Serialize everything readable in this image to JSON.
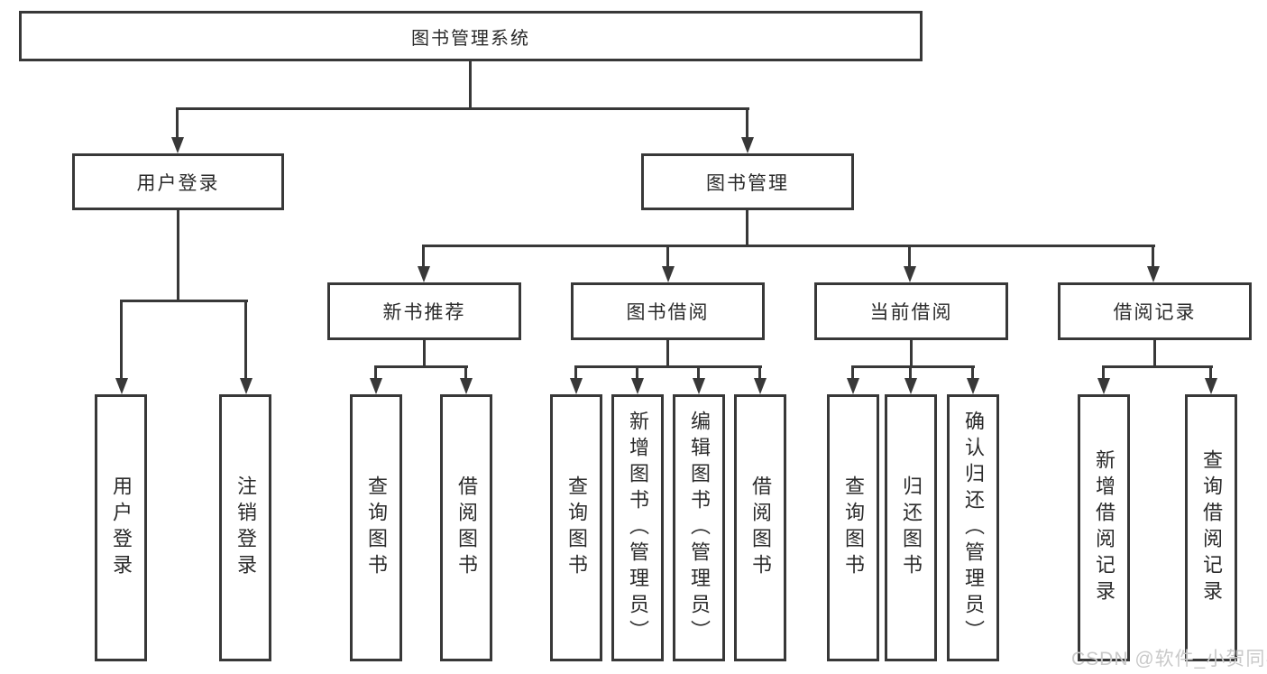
{
  "watermark": "CSDN @软件_小贺同学",
  "colors": {
    "line": "#383838",
    "text": "#2b2b2b",
    "background": "#ffffff",
    "watermark": "#c9c9c9"
  },
  "tree": {
    "root": {
      "label": "图书管理系统"
    },
    "children": [
      {
        "label": "用户登录",
        "children": [
          {
            "label": "用户登录"
          },
          {
            "label": "注销登录"
          }
        ]
      },
      {
        "label": "图书管理",
        "children": [
          {
            "label": "新书推荐",
            "children": [
              {
                "label": "查询图书"
              },
              {
                "label": "借阅图书"
              }
            ]
          },
          {
            "label": "图书借阅",
            "children": [
              {
                "label": "查询图书"
              },
              {
                "label": "新增图书（管理员）"
              },
              {
                "label": "编辑图书（管理员）"
              },
              {
                "label": "借阅图书"
              }
            ]
          },
          {
            "label": "当前借阅",
            "children": [
              {
                "label": "查询图书"
              },
              {
                "label": "归还图书"
              },
              {
                "label": "确认归还（管理员）"
              }
            ]
          },
          {
            "label": "借阅记录",
            "children": [
              {
                "label": "新增借阅记录"
              },
              {
                "label": "查询借阅记录"
              }
            ]
          }
        ]
      }
    ]
  }
}
